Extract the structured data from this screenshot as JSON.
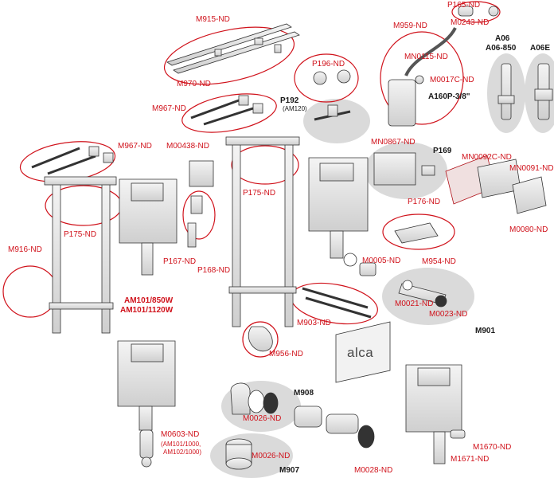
{
  "colors": {
    "label_red": "#d0121b",
    "label_dark": "#1a1a1a",
    "ellipse_outline": "#d0121b",
    "part_fill": "#e8e8e8",
    "shadow_fill": "#d9d9d9"
  },
  "labels": {
    "m915": "M915-ND",
    "m970": "M970-ND",
    "p165": "P165-ND",
    "m0243": "M0243-ND",
    "m959": "M959-ND",
    "mn0115": "MN0115-ND",
    "m0017c": "M0017C-ND",
    "a160p": "A160P-3/8\"",
    "a06": "A06",
    "a06_850": "A06-850",
    "a06e": "A06E",
    "p196": "P196-ND",
    "p192": "P192",
    "am120": "(AM120)",
    "m967_top": "M967-ND",
    "m967_left": "M967-ND",
    "m00438": "M00438-ND",
    "mn0867": "MN0867-ND",
    "p169": "P169",
    "mn0092c": "MN0092C-ND",
    "mn0091": "MN0091-ND",
    "p175_mid": "P175-ND",
    "p176": "P176-ND",
    "p175_left": "P175-ND",
    "m0080": "M0080-ND",
    "m916": "M916-ND",
    "p167": "P167-ND",
    "p168": "P168-ND",
    "m954": "M954-ND",
    "m0005": "M0005-ND",
    "am101_850w": "AM101/850W",
    "am101_1120w": "AM101/1120W",
    "m0021": "M0021-ND",
    "m0023": "M0023-ND",
    "m903": "M903-ND",
    "m901": "M901",
    "m956": "M956-ND",
    "m908": "M908",
    "m0026_top": "M0026-ND",
    "m0603": "M0603-ND",
    "am101_1000": "(AM101/1000,",
    "am102_1000": "AM102/1000)",
    "m0026_bottom": "M0026-ND",
    "m907": "M907",
    "m0028": "M0028-ND",
    "m1670": "M1670-ND",
    "m1671": "M1671-ND",
    "brand": "alca"
  }
}
